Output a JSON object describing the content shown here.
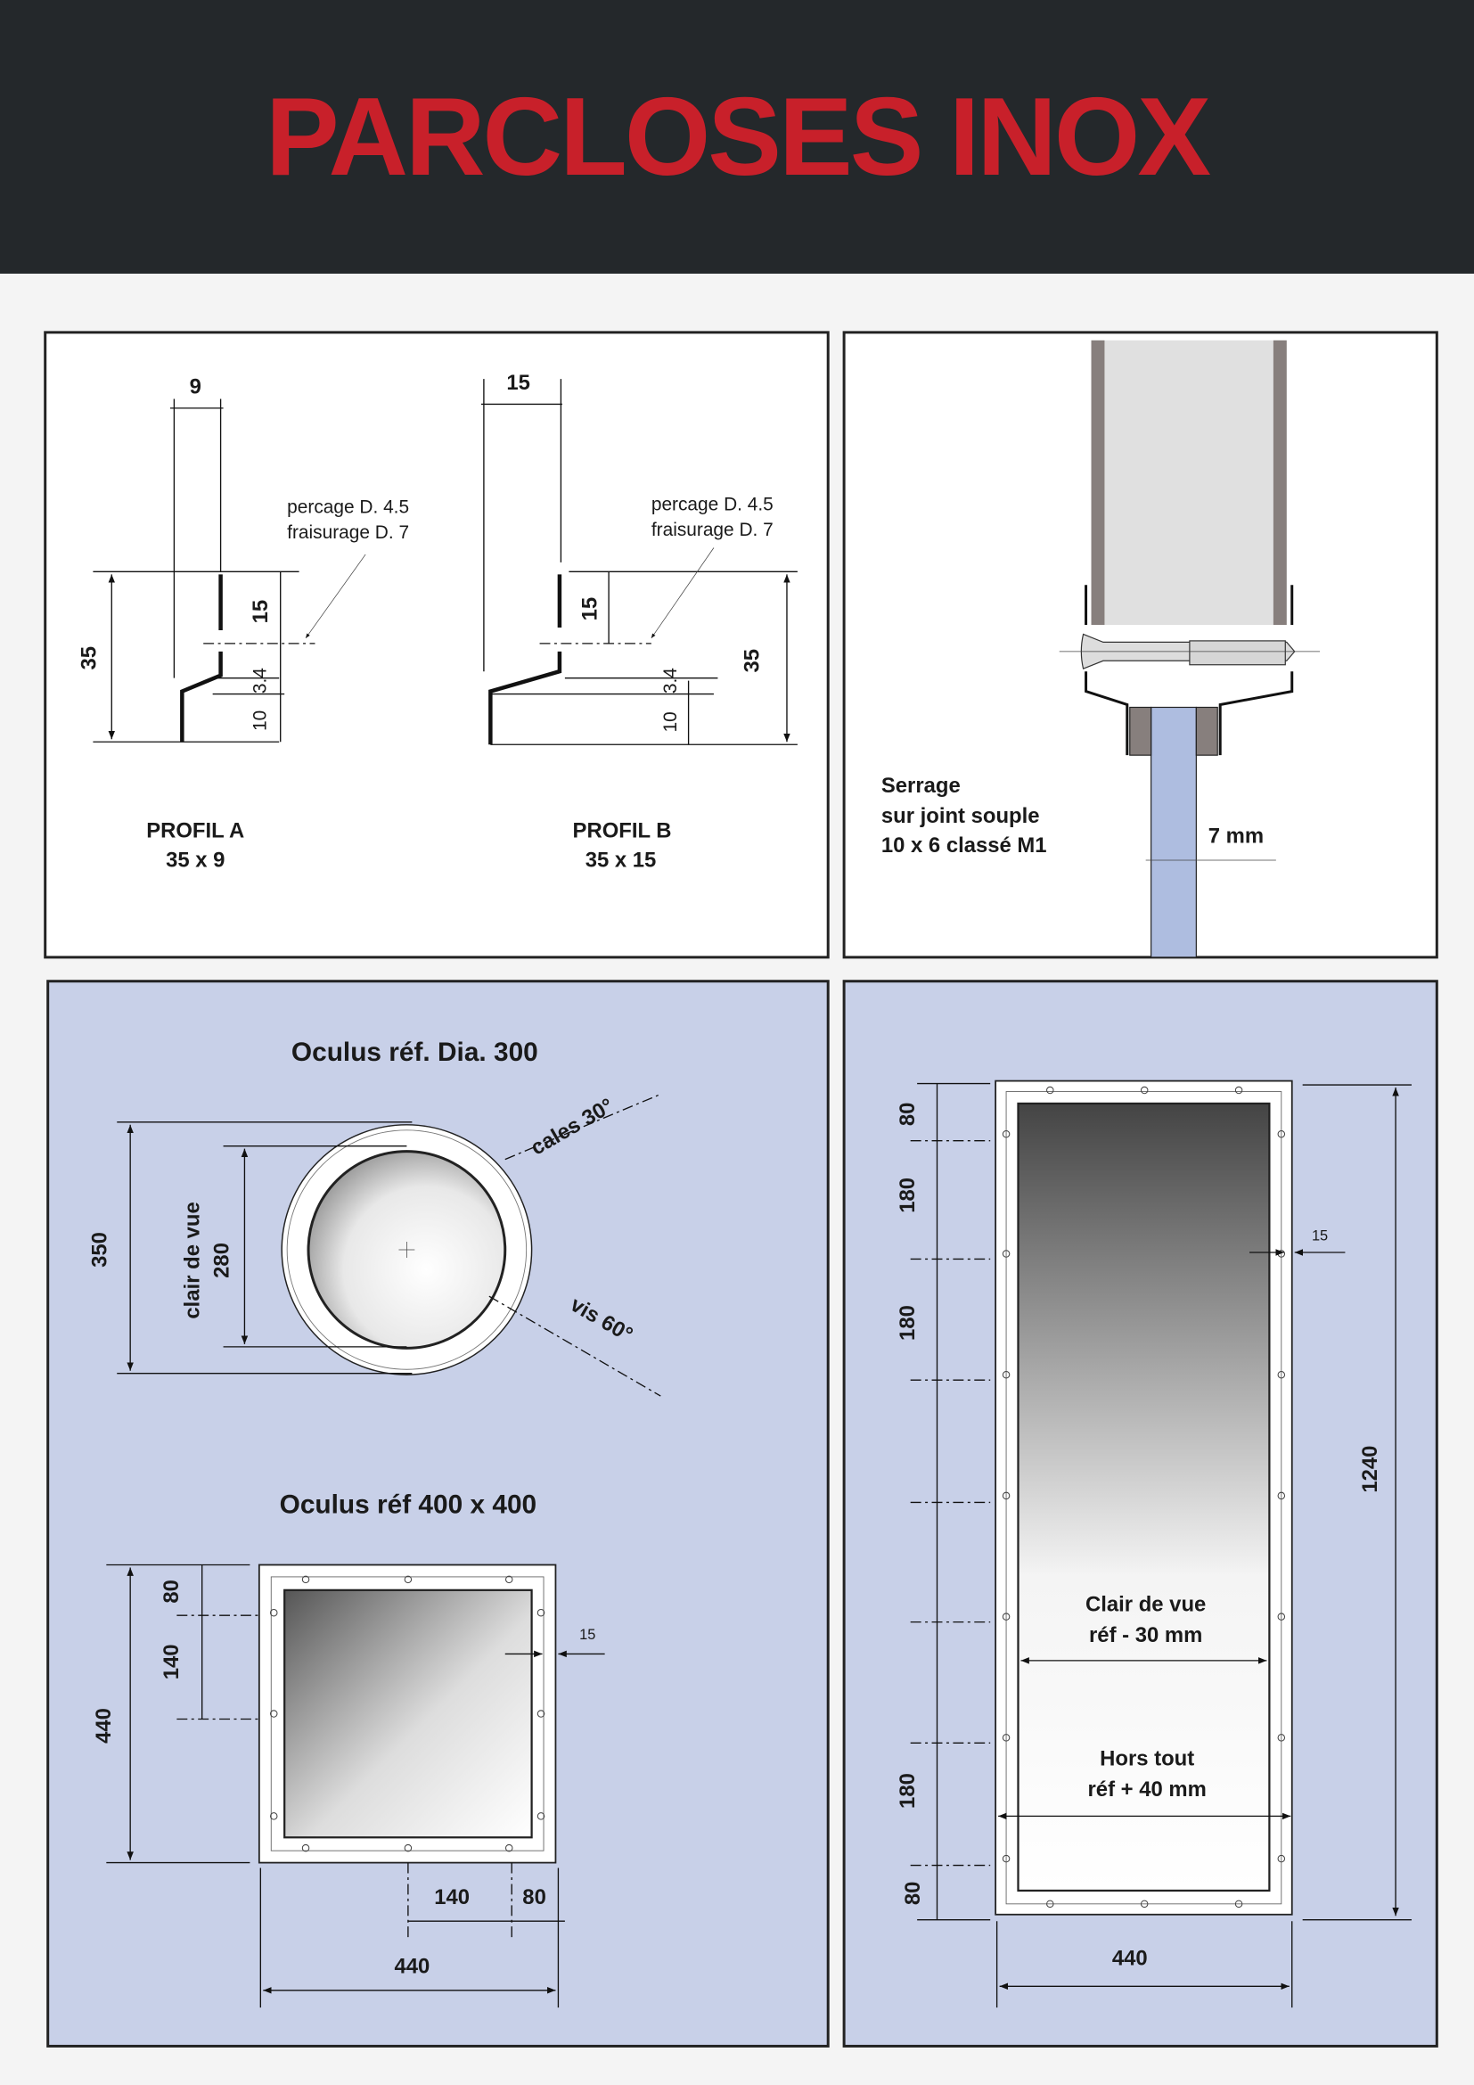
{
  "header": {
    "title": "PARCLOSES INOX"
  },
  "colors": {
    "header_bg": "#24282b",
    "title": "#c8202a",
    "panel_blue": "#c8d0e8",
    "glass_blue": "#aebde0"
  },
  "profiles": {
    "a": {
      "title": "PROFIL A",
      "size": "35 x 9",
      "width": "9",
      "height": "35",
      "d15": "15",
      "d34": "3.4",
      "d10": "10",
      "note1": "percage D. 4.5",
      "note2": "fraisurage D. 7"
    },
    "b": {
      "title": "PROFIL B",
      "size": "35 x 15",
      "width": "15",
      "height": "35",
      "d15": "15",
      "d34": "3.4",
      "d10": "10",
      "note1": "percage D. 4.5",
      "note2": "fraisurage D. 7"
    }
  },
  "section": {
    "line1": "Serrage",
    "line2": "sur joint souple",
    "line3": "10 x 6  classé M1",
    "glass": "7 mm"
  },
  "round": {
    "title": "Oculus réf. Dia. 300",
    "outer": "350",
    "inner": "280",
    "clear_label": "clair de vue",
    "cales": "cales 30°",
    "vis": "vis 60°"
  },
  "square": {
    "title": "Oculus réf 400 x 400",
    "height": "440",
    "d80": "80",
    "d140": "140",
    "bottom140": "140",
    "bottom80": "80",
    "width": "440",
    "d15": "15"
  },
  "rect": {
    "d80a": "80",
    "d180a": "180",
    "d180b": "180",
    "d180c": "180",
    "d80b": "80",
    "height": "1240",
    "width": "440",
    "d15": "15",
    "clear1": "Clair de vue",
    "clear2": "réf - 30 mm",
    "total1": "Hors tout",
    "total2": "réf + 40 mm"
  }
}
